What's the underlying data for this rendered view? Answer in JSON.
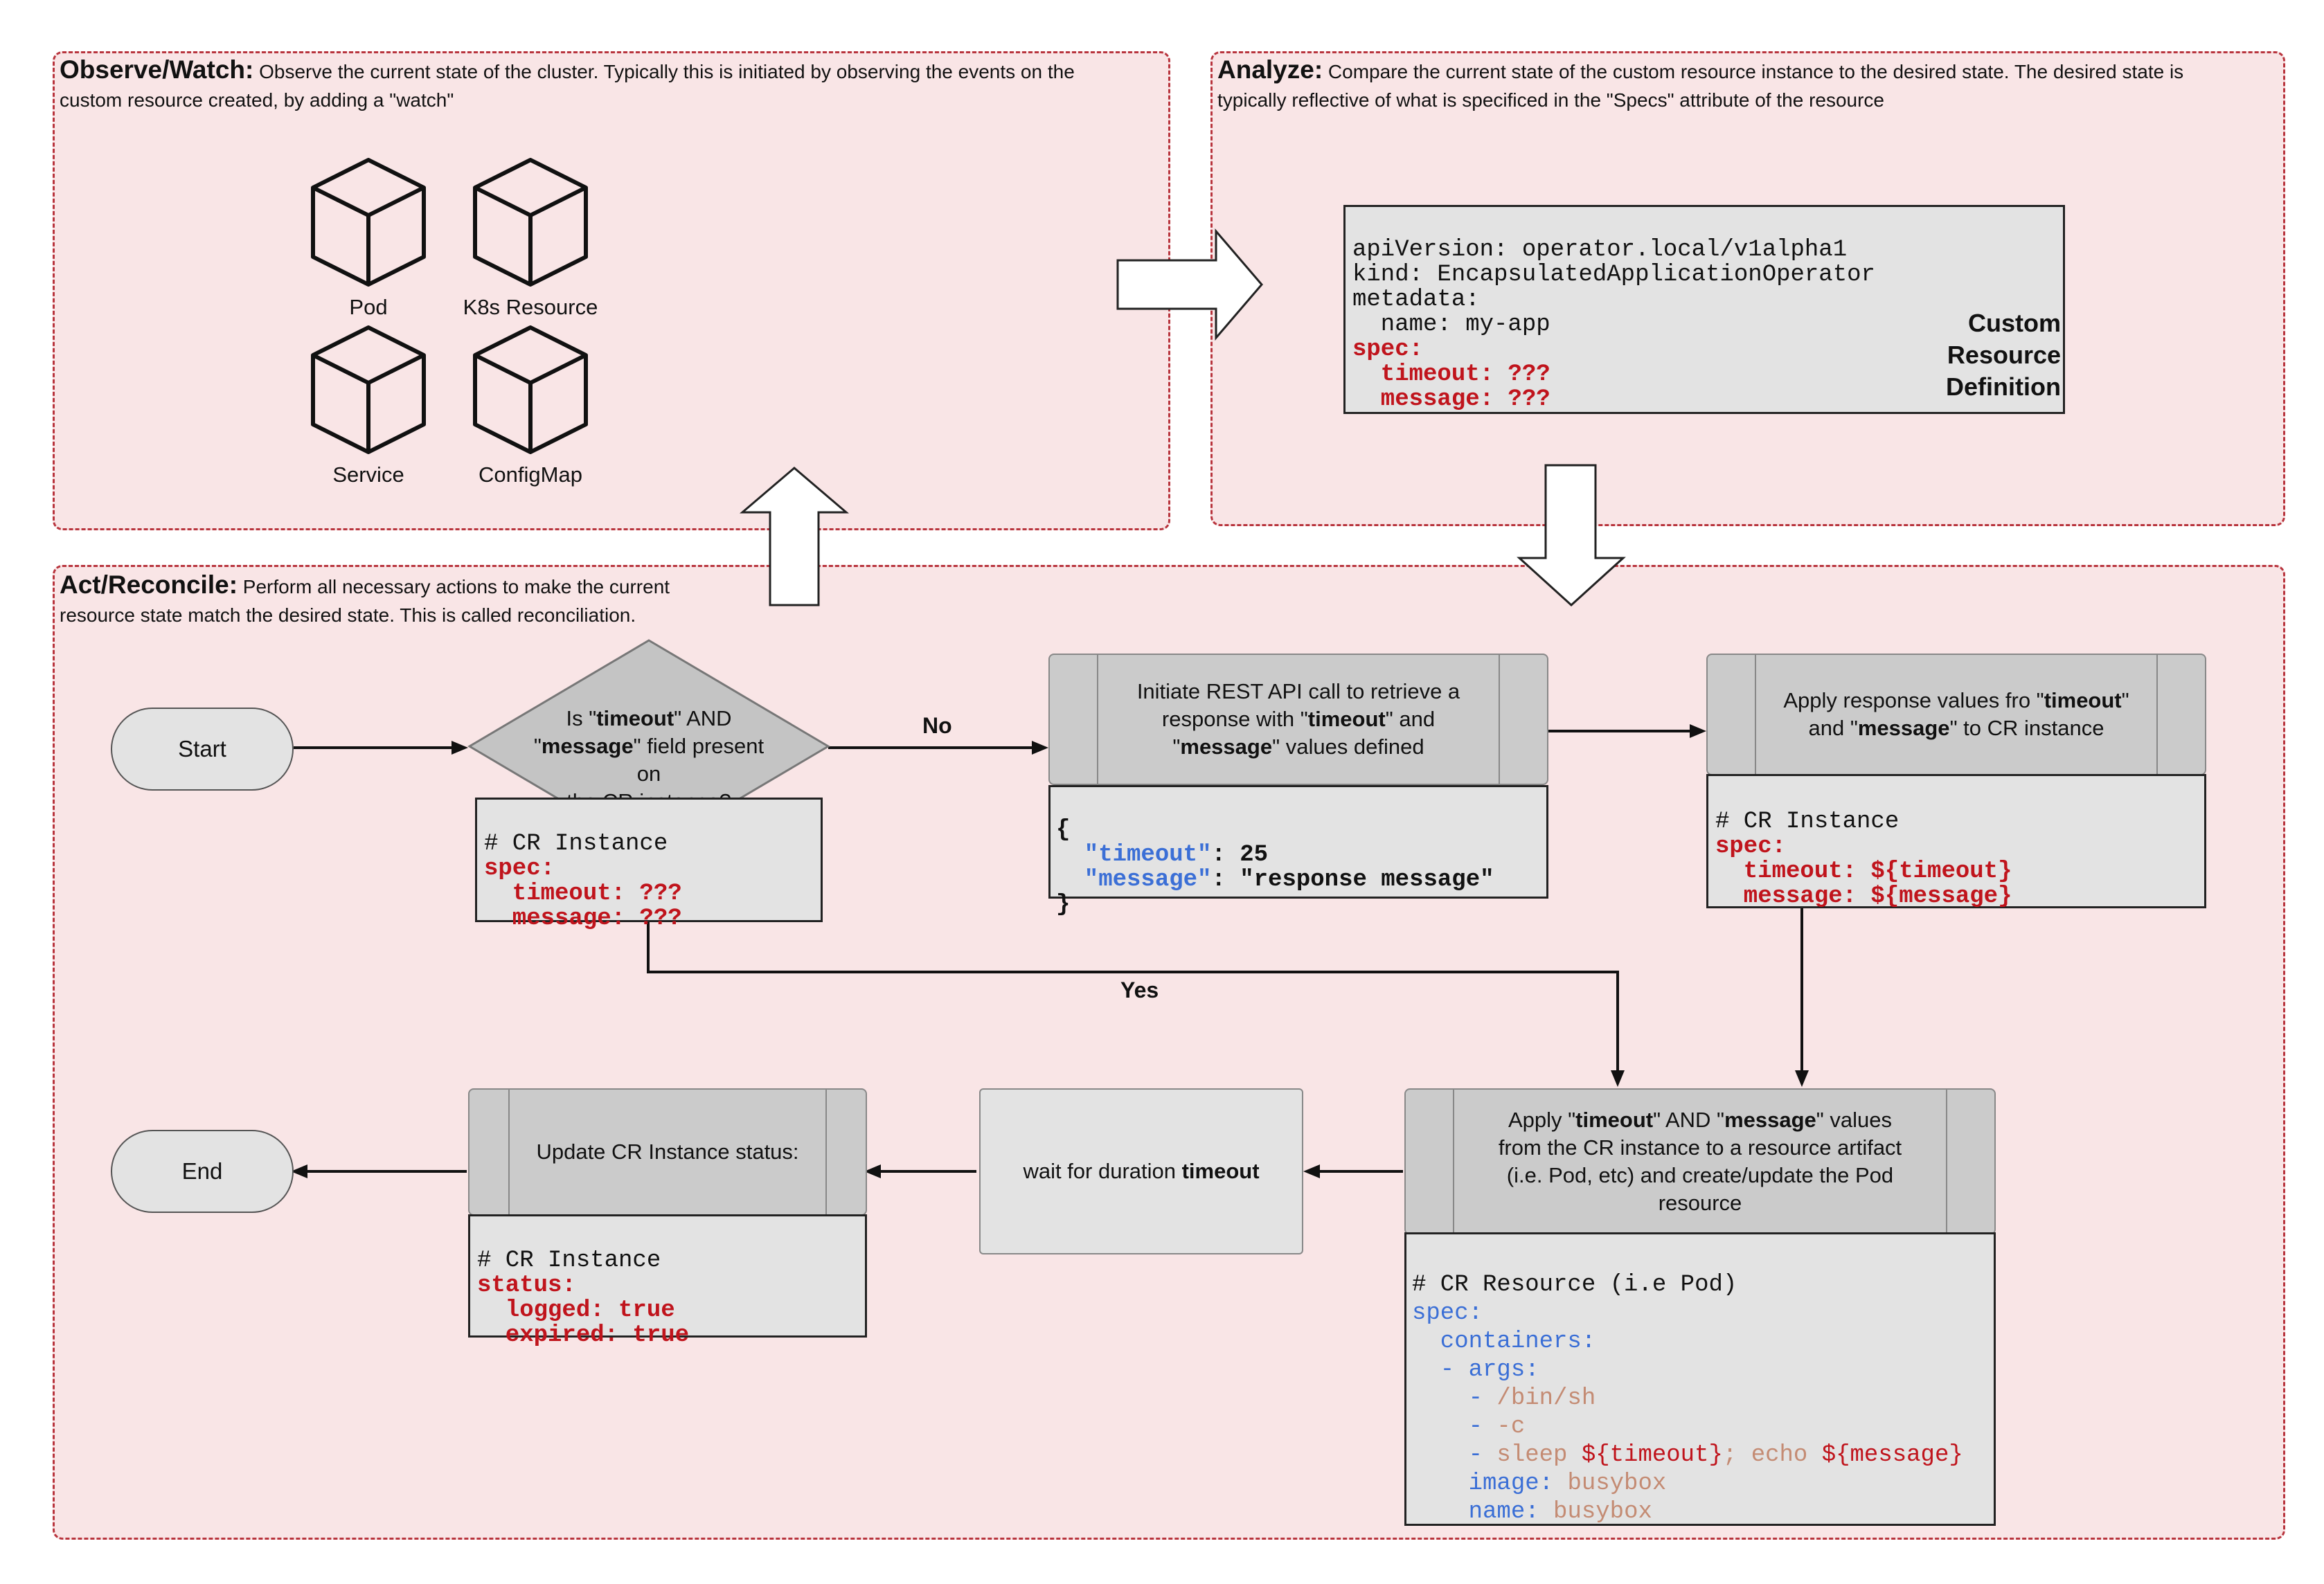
{
  "observe": {
    "title": "Observe/Watch:",
    "desc_line1": " Observe the current state of the cluster. Typically this is initiated by observing the events on the",
    "desc_line2": "custom resource created, by adding a \"watch\"",
    "resources": [
      {
        "label": "Pod",
        "icon": "cube-icon"
      },
      {
        "label": "K8s Resource",
        "icon": "cube-icon"
      },
      {
        "label": "Service",
        "icon": "cube-icon"
      },
      {
        "label": "ConfigMap",
        "icon": "cube-icon"
      }
    ]
  },
  "analyze": {
    "title": "Analyze:",
    "desc_line1": " Compare the current state of the custom resource instance to the desired state. The desired state is",
    "desc_line2": "typically reflective of what is specificed in the \"Specs\" attribute of the resource",
    "crd": {
      "line1": "apiVersion: operator.local/v1alpha1",
      "line2": "kind: EncapsulatedApplicationOperator",
      "line3": "metadata:",
      "line4": "  name: my-app",
      "line5": "spec:",
      "line6": "  timeout: ???",
      "line7": "  message: ???",
      "label1": "Custom",
      "label2": "Resource",
      "label3": "Definition"
    }
  },
  "act": {
    "title": "Act/Reconcile:",
    "desc_line1": " Perform all necessary actions to make the current",
    "desc_line2": "resource state match the desired state. This is called reconciliation.",
    "start": "Start",
    "end": "End",
    "decision": {
      "p1": "Is \"",
      "b1": "timeout",
      "p2": "\" AND",
      "p3": "\"",
      "b2": "message",
      "p4": "\" field present on",
      "p5": "the CR instance?"
    },
    "cr_instance_1": {
      "h": "# CR Instance",
      "spec": "spec:",
      "timeout": "  timeout: ???",
      "message": "  message: ???"
    },
    "label_no": "No",
    "label_yes": "Yes",
    "rest_call": {
      "l1": "Initiate REST API call to retrieve a",
      "l2a": "response  with \"",
      "l2b": "timeout",
      "l2c": "\" and",
      "l3a": "\"",
      "l3b": "message",
      "l3c": "\" values defined"
    },
    "rest_response": {
      "open": "{",
      "k1": "  \"timeout\"",
      "v1": ": 25",
      "k2": "  \"message\"",
      "v2": ": \"response message\"",
      "close": "}"
    },
    "apply_response": {
      "l1a": "Apply response values fro \"",
      "l1b": "timeout",
      "l1c": "\"",
      "l2a": "and \"",
      "l2b": "message",
      "l2c": "\" to CR instance"
    },
    "cr_instance_2": {
      "h": "# CR Instance",
      "spec": "spec:",
      "timeout": "  timeout: ${timeout}",
      "message": "  message: ${message}"
    },
    "apply_artifact": {
      "l1a": "Apply \"",
      "l1b": "timeout",
      "l1c": "\" AND \"",
      "l1d": "message",
      "l1e": "\" values",
      "l2": "from the CR instance to a resource artifact",
      "l3": "(i.e. Pod, etc) and create/update the Pod",
      "l4": "resource"
    },
    "cr_resource": {
      "h": "# CR Resource (i.e Pod)",
      "spec": "spec:",
      "containers": "  containers:",
      "args": "  - args:",
      "a1d": "    - ",
      "a1": "/bin/sh",
      "a2d": "    - ",
      "a2": "-c",
      "a3d": "    - ",
      "a3a": "sleep ",
      "a3b": "${timeout}",
      "a3c": "; echo ",
      "a3d2": "${message}",
      "image_k": "    image: ",
      "image_v": "busybox",
      "name_k": "    name: ",
      "name_v": "busybox"
    },
    "wait": {
      "p": "wait for duration ",
      "b": "timeout"
    },
    "update_status": "Update CR Instance status:",
    "cr_instance_3": {
      "h": "# CR Instance",
      "status": "status:",
      "logged": "  logged: true",
      "expired": "  expired: true"
    }
  }
}
